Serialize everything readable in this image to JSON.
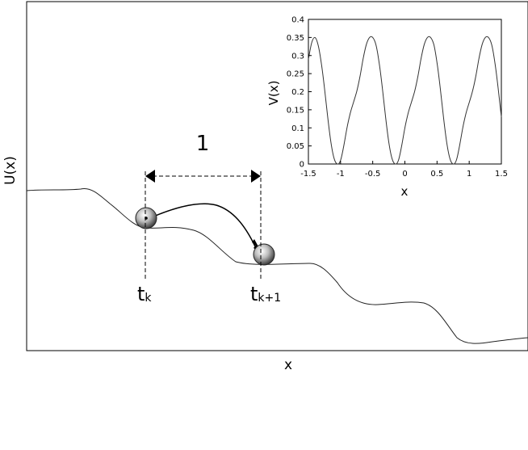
{
  "main_plot": {
    "ylabel": "U(x)",
    "xlabel": "x",
    "step_label": "1",
    "time_labels": [
      {
        "main": "t",
        "sub": "k"
      },
      {
        "main": "t",
        "sub": "k+1"
      }
    ]
  },
  "chart_data": {
    "type": "line",
    "xlabel": "x",
    "ylabel": "V(x)",
    "xlim": [
      -1.5,
      1.5
    ],
    "ylim": [
      0,
      0.4
    ],
    "xticks": [
      "-1.5",
      "-1",
      "-0.5",
      "0",
      "0.5",
      "1",
      "1.5"
    ],
    "yticks": [
      "0",
      "0.05",
      "0.1",
      "0.15",
      "0.2",
      "0.25",
      "0.3",
      "0.35",
      "0.4"
    ],
    "series": [
      {
        "x": [
          -1.5,
          -1.45,
          -1.4,
          -1.35,
          -1.3,
          -1.25,
          -1.2,
          -1.15,
          -1.1,
          -1.05,
          -1.0,
          -0.95,
          -0.9,
          -0.85,
          -0.8,
          -0.75,
          -0.7,
          -0.65,
          -0.6,
          -0.55,
          -0.5,
          -0.45,
          -0.4,
          -0.35,
          -0.3,
          -0.25,
          -0.2,
          -0.15,
          -0.1,
          -0.05,
          0.0,
          0.05,
          0.1,
          0.15,
          0.2,
          0.25,
          0.3,
          0.35,
          0.4,
          0.45,
          0.5,
          0.55,
          0.6,
          0.65,
          0.7,
          0.75,
          0.8,
          0.85,
          0.9,
          0.95,
          1.0,
          1.05,
          1.1,
          1.15,
          1.2,
          1.25,
          1.3,
          1.35,
          1.4,
          1.45,
          1.5
        ],
        "values": [
          0.29,
          0.335,
          0.35,
          0.33,
          0.28,
          0.21,
          0.13,
          0.06,
          0.015,
          0.0,
          0.01,
          0.05,
          0.1,
          0.14,
          0.17,
          0.2,
          0.24,
          0.29,
          0.33,
          0.35,
          0.35,
          0.33,
          0.28,
          0.21,
          0.13,
          0.06,
          0.015,
          0.0,
          0.01,
          0.05,
          0.1,
          0.14,
          0.17,
          0.2,
          0.24,
          0.29,
          0.33,
          0.35,
          0.35,
          0.33,
          0.28,
          0.21,
          0.13,
          0.06,
          0.015,
          0.0,
          0.01,
          0.05,
          0.1,
          0.14,
          0.17,
          0.2,
          0.24,
          0.29,
          0.33,
          0.35,
          0.35,
          0.33,
          0.28,
          0.21,
          0.13
        ]
      }
    ]
  }
}
